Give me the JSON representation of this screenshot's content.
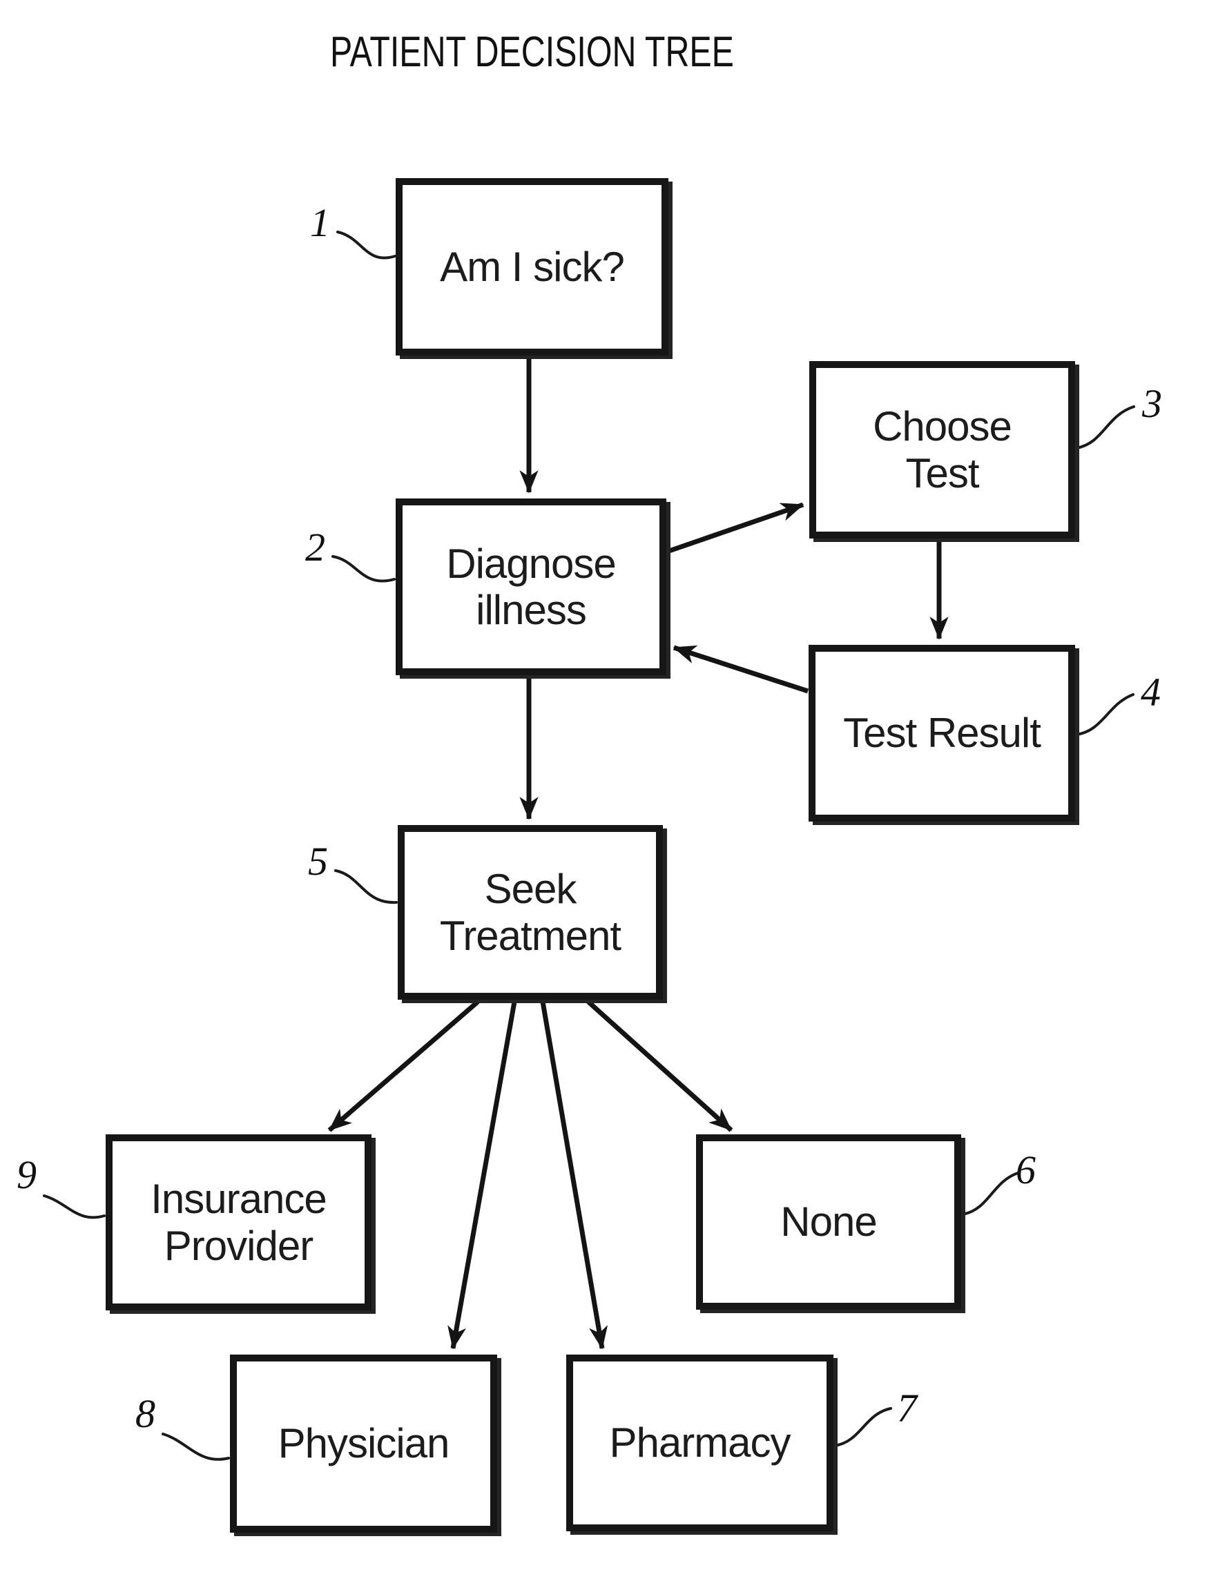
{
  "title": "PATIENT DECISION TREE",
  "diagram": {
    "type": "flowchart",
    "colors": {
      "ink": "#141414",
      "background": "#ffffff"
    },
    "nodes": [
      {
        "ref": "1",
        "line1": "Am I sick?",
        "line2": ""
      },
      {
        "ref": "2",
        "line1": "Diagnose",
        "line2": "illness"
      },
      {
        "ref": "3",
        "line1": "Choose",
        "line2": "Test"
      },
      {
        "ref": "4",
        "line1": "Test Result",
        "line2": ""
      },
      {
        "ref": "5",
        "line1": "Seek",
        "line2": "Treatment"
      },
      {
        "ref": "6",
        "line1": "None",
        "line2": ""
      },
      {
        "ref": "7",
        "line1": "Pharmacy",
        "line2": ""
      },
      {
        "ref": "8",
        "line1": "Physician",
        "line2": ""
      },
      {
        "ref": "9",
        "line1": "Insurance",
        "line2": "Provider"
      }
    ],
    "edges": [
      {
        "from": "1",
        "to": "2"
      },
      {
        "from": "2",
        "to": "3"
      },
      {
        "from": "3",
        "to": "4"
      },
      {
        "from": "4",
        "to": "2"
      },
      {
        "from": "2",
        "to": "5"
      },
      {
        "from": "5",
        "to": "9"
      },
      {
        "from": "5",
        "to": "8"
      },
      {
        "from": "5",
        "to": "7"
      },
      {
        "from": "5",
        "to": "6"
      }
    ]
  }
}
